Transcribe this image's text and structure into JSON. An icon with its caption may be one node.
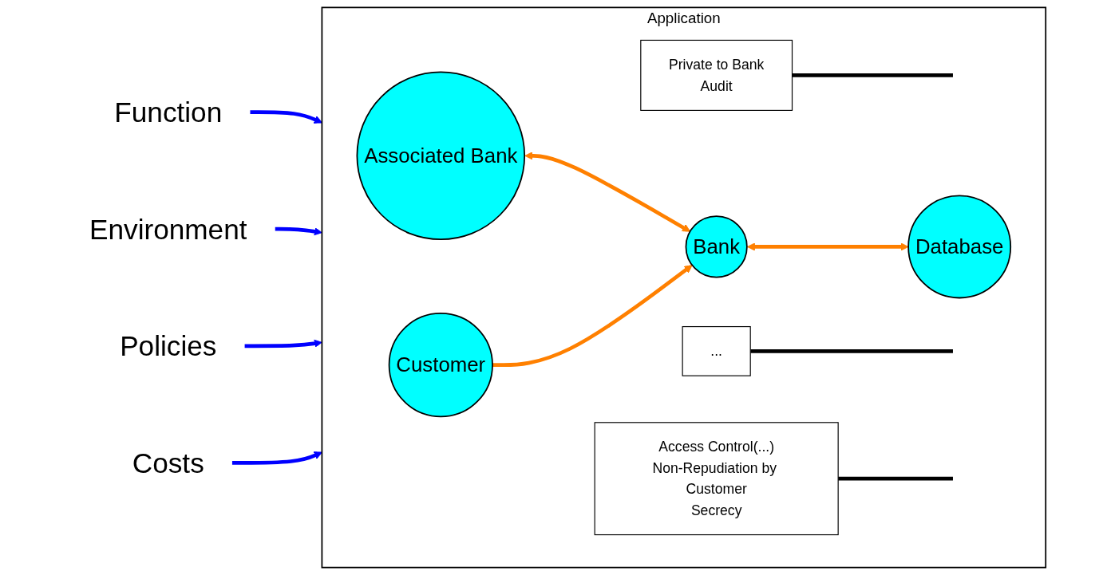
{
  "diagram": {
    "nodes": [
      {
        "text": [
          "Function"
        ]
      },
      {
        "text": [
          "Environment"
        ]
      },
      {
        "text": [
          "Policies"
        ]
      },
      {
        "text": [
          "Costs"
        ]
      },
      {
        "text": [
          "Application"
        ]
      },
      {
        "text": [
          "Private to Bank",
          "Audit"
        ],
        "in": 4
      },
      {
        "text": [
          "Database"
        ],
        "in": 4
      },
      {
        "text": [
          "Associated Bank"
        ],
        "in": 4
      },
      {
        "text": [
          "Bank"
        ],
        "in": 4
      },
      {
        "text": [
          "..."
        ],
        "in": 4
      },
      {
        "text": [
          "Access Control(...)",
          "Non-Repudiation by Customer",
          "Secrecy"
        ],
        "in": 4
      },
      {
        "text": [
          "Customer"
        ],
        "in": 4
      }
    ],
    "edges": [
      {
        "from": 0,
        "to": 4,
        "arrow": "to",
        "color": "#0000ff"
      },
      {
        "from": 1,
        "to": 4,
        "arrow": "to",
        "color": "#0000ff"
      },
      {
        "from": 2,
        "to": 4,
        "arrow": "to",
        "color": "#0000ff"
      },
      {
        "from": 3,
        "to": 4,
        "arrow": "to",
        "color": "#0000ff"
      },
      {
        "from": 7,
        "to": 8,
        "arrow": "both",
        "color": "#ff8000"
      },
      {
        "from": 8,
        "to": 6,
        "arrow": "both",
        "color": "#ff8000"
      },
      {
        "from": 11,
        "to": 8,
        "arrow": "to",
        "color": "#ff8000"
      },
      {
        "from": 5,
        "to": null,
        "arrow": "none",
        "color": "#000000"
      },
      {
        "from": 9,
        "to": null,
        "arrow": "none",
        "color": "#000000"
      },
      {
        "from": 10,
        "to": null,
        "arrow": "none",
        "color": "#000000"
      }
    ]
  }
}
